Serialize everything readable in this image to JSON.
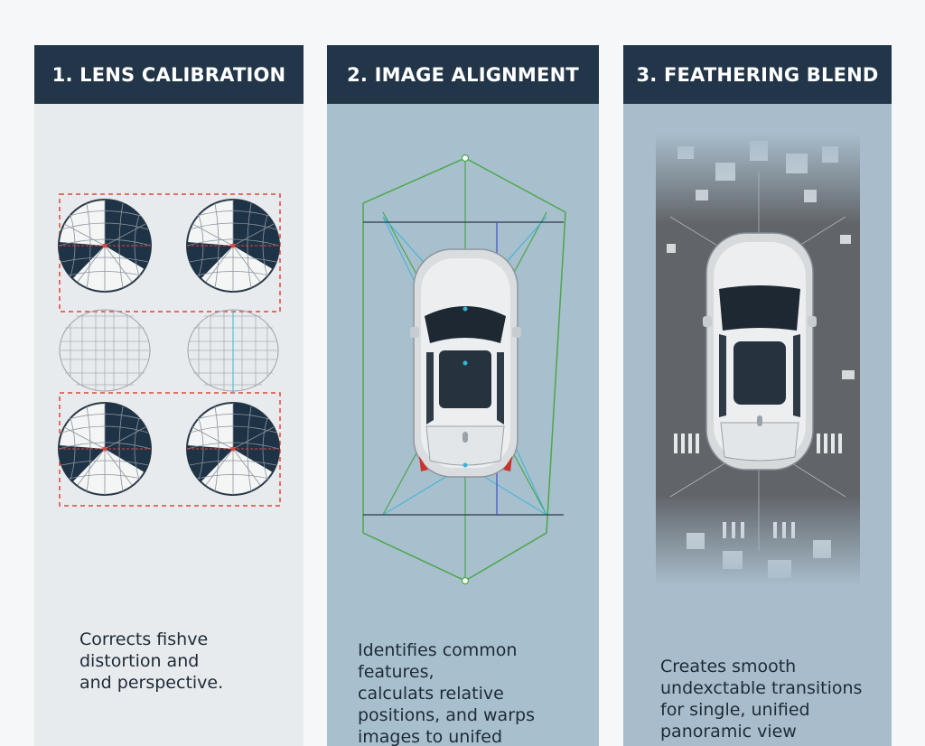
{
  "panels": [
    {
      "title": "1. LENS CALIBRATION",
      "description": "Corrects fishve\ndistortion and\nand perspective."
    },
    {
      "title": "2. IMAGE ALIGNMENT",
      "description": "Identifies common features,\ncalculats relative\npositions, and warps\nimages to unifed\nplane."
    },
    {
      "title": "3. FEATHERING BLEND",
      "description": "Creates smooth\nundexctable transitions\nfor single, unified\npanoramic view"
    }
  ],
  "colors": {
    "header_bg": "#233649",
    "calibration_box": "#e0463a",
    "alignment_lines": "#4aa84a",
    "alignment_rays": "#36b4d8",
    "lens_dark": "#1f3347"
  }
}
